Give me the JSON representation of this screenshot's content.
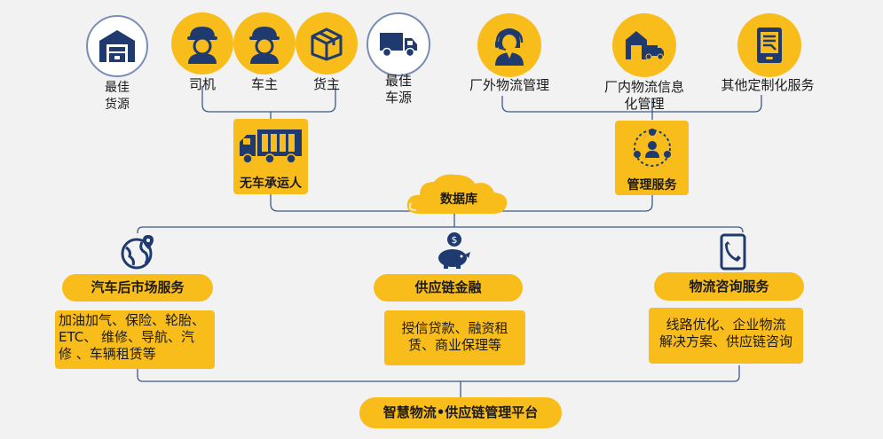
{
  "top_left": {
    "source": [
      "最佳",
      "货源"
    ],
    "driver": "司机",
    "owner": "车主",
    "shipper": "货主",
    "vehicle": [
      "最佳",
      "车源"
    ]
  },
  "top_right": {
    "external": "厂外物流管理",
    "internal": [
      "厂内物流信息",
      "化管理"
    ],
    "custom": "其他定制化服务"
  },
  "mid": {
    "carrier": "无车承运人",
    "management": "管理服务",
    "database": "数据库"
  },
  "services": {
    "aftermarket": {
      "title": "汽车后市场服务",
      "lines": [
        "加油加气、保险、轮胎、",
        "ETC、 维修、导航、汽",
        "修 、车辆租赁等"
      ]
    },
    "finance": {
      "title": "供应链金融",
      "lines": [
        "授信贷款、融资租",
        "赁、商业保理等"
      ]
    },
    "consulting": {
      "title": "物流咨询服务",
      "lines": [
        "线路优化、企业物流",
        "解决方案、供应链咨询"
      ]
    }
  },
  "platform": "智慧物流•供应链管理平台",
  "colors": {
    "accent": "#f8bd1b",
    "navy": "#1f3a6e",
    "line": "#3d5a8a",
    "background": "#f2f2f2"
  }
}
